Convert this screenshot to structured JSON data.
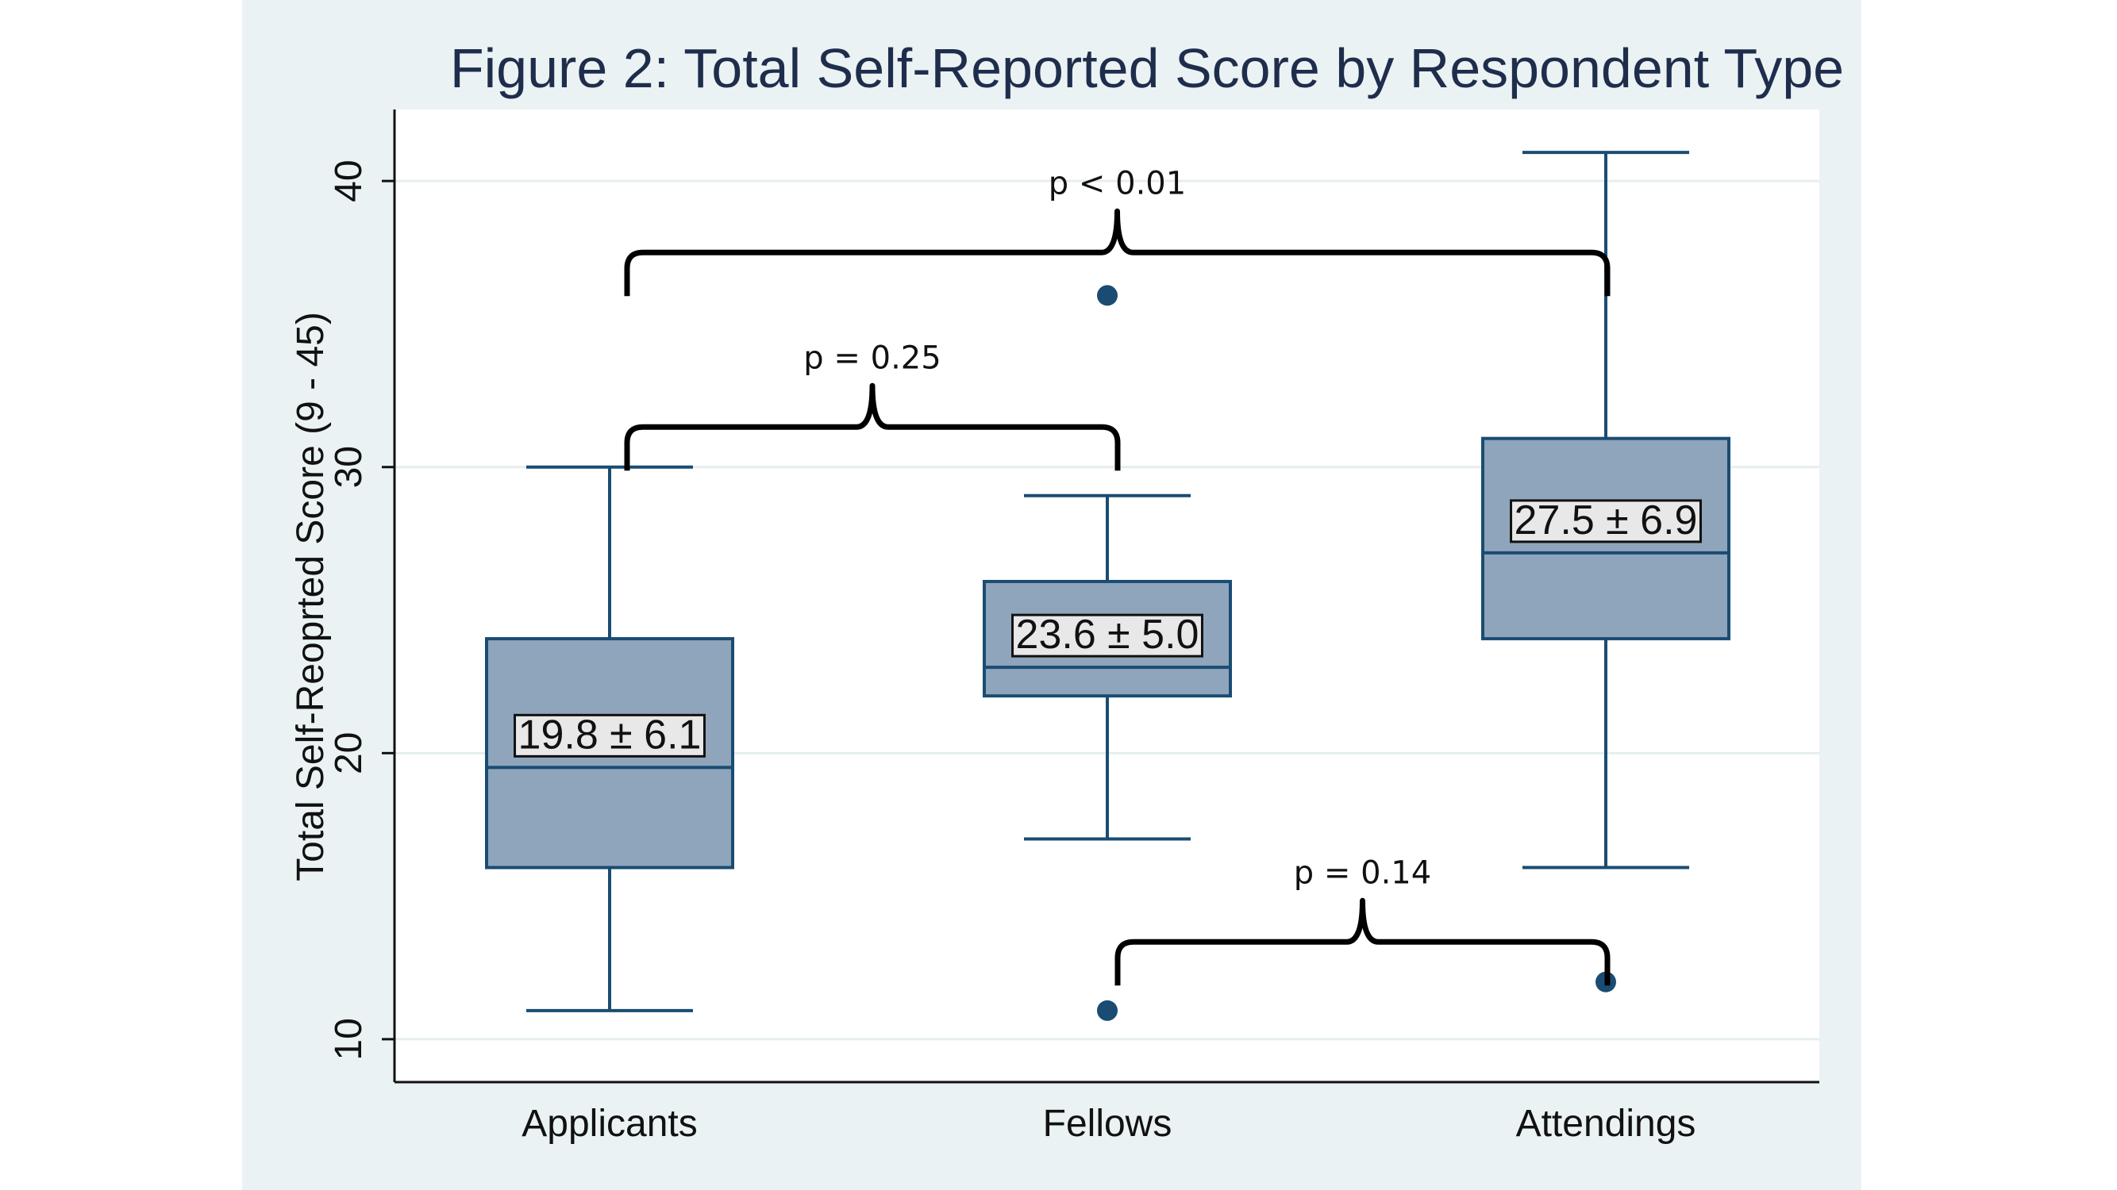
{
  "colors": {
    "outer_background": "#eaf2f3",
    "plot_background": "#ffffff",
    "grid": "#e6eef0",
    "box_fill": "#8fa5bb",
    "box_stroke": "#1a4c73",
    "outlier": "#1a4c73",
    "bracket": "#000000",
    "stat_box_fill": "#e8e8e8"
  },
  "chart_data": {
    "type": "box",
    "title": "Figure 2: Total Self-Reported Score by Respondent Type",
    "ylabel": "Total Self-Reoprted Score (9 - 45)",
    "xlabel": "",
    "ylim": [
      8.5,
      42.5
    ],
    "yticks": [
      10,
      20,
      30,
      40
    ],
    "grid": true,
    "categories": [
      "Applicants",
      "Fellows",
      "Attendings"
    ],
    "boxes": [
      {
        "category": "Applicants",
        "whisker_low": 11,
        "q1": 16,
        "median": 19.5,
        "q3": 24,
        "whisker_high": 30,
        "outliers": [],
        "stat_label": "19.8 ± 6.1"
      },
      {
        "category": "Fellows",
        "whisker_low": 17,
        "q1": 22,
        "median": 23,
        "q3": 26,
        "whisker_high": 29,
        "outliers": [
          11,
          36
        ],
        "stat_label": "23.6 ± 5.0"
      },
      {
        "category": "Attendings",
        "whisker_low": 16,
        "q1": 24,
        "median": 27,
        "q3": 31,
        "whisker_high": 41,
        "outliers": [
          12
        ],
        "stat_label": "27.5 ± 6.9"
      }
    ],
    "comparisons": [
      {
        "from": 0,
        "to": 2,
        "y": 37.5,
        "label": "p < 0.01"
      },
      {
        "from": 0,
        "to": 1,
        "y": 31.4,
        "label": "p = 0.25"
      },
      {
        "from": 1,
        "to": 2,
        "y": 13.4,
        "label": "p = 0.14"
      }
    ]
  }
}
